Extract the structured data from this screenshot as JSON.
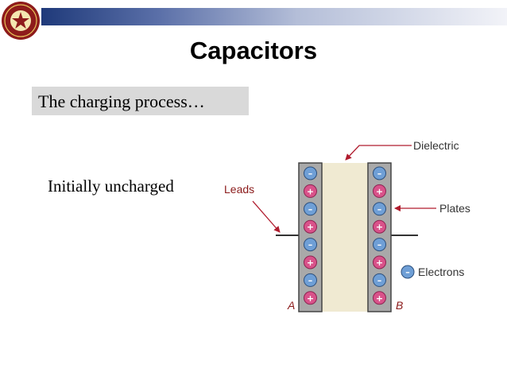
{
  "slide": {
    "title": "Capacitors",
    "subtitle": "The charging process…",
    "caption": "Initially uncharged",
    "header_gradient": [
      "#1f3a7a",
      "#f2f3f8"
    ],
    "logo_icon": "university-seal-icon"
  },
  "diagram": {
    "labels": {
      "dielectric": "Dielectric",
      "leads": "Leads",
      "plates": "Plates",
      "electrons": "Electrons",
      "plate_a": "A",
      "plate_b": "B"
    },
    "legend_symbol": "–",
    "plate_a_charges": [
      "–",
      "+",
      "–",
      "+",
      "–",
      "+",
      "–",
      "+"
    ],
    "plate_b_charges": [
      "–",
      "+",
      "–",
      "+",
      "–",
      "+",
      "–",
      "+"
    ],
    "colors": {
      "plate": "#a9a9a9",
      "dielectric": "#f0ead2",
      "positive": "#d9528a",
      "negative": "#6f9fd6",
      "label_accent": "#8b1a1a",
      "arrow": "#b01c2e"
    }
  }
}
